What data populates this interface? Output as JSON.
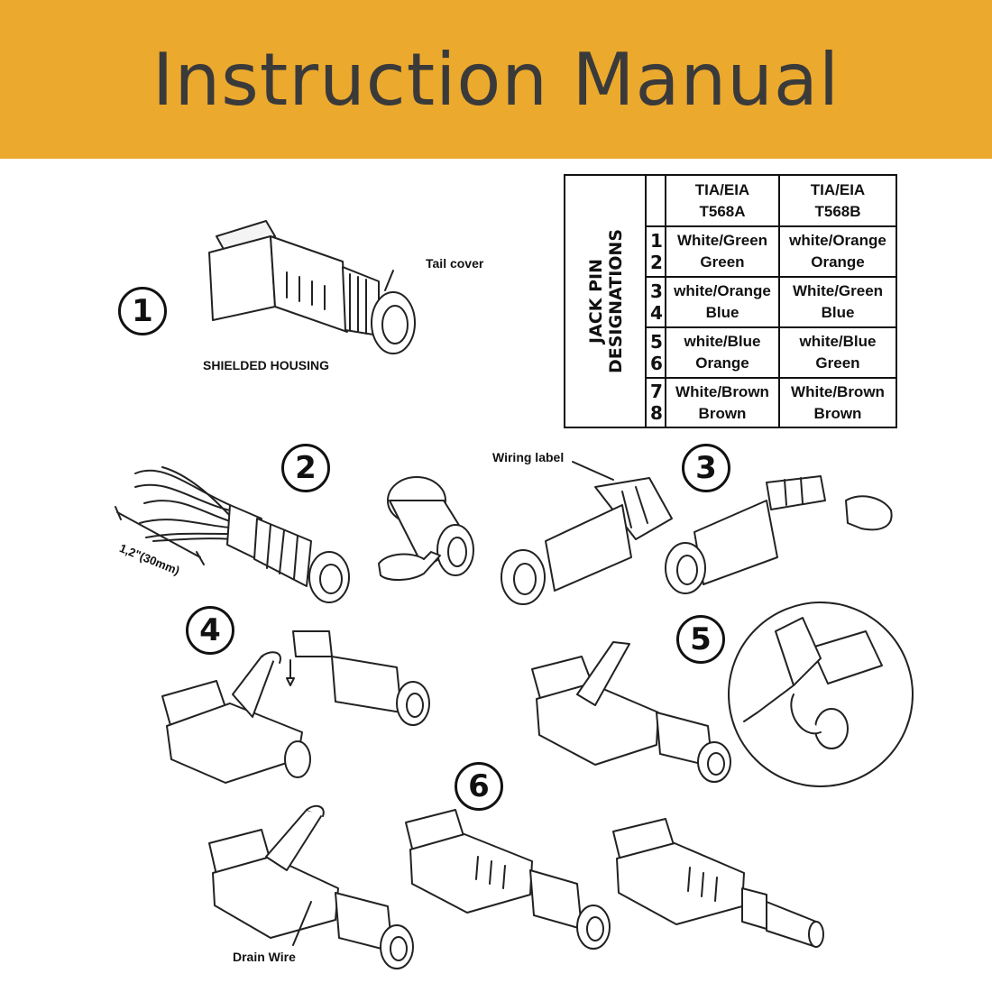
{
  "banner": {
    "title": "Instruction Manual",
    "color": "#EBA92D"
  },
  "steps": [
    "1",
    "2",
    "3",
    "4",
    "5",
    "6"
  ],
  "callouts": {
    "tail_cover": "Tail cover",
    "shielded_housing": "SHIELDED  HOUSING",
    "wiring_label": "Wiring label",
    "drain_wire": "Drain Wire",
    "strip_length": "1,2\"(30mm)"
  },
  "pin_table": {
    "side_label_line1": "JACK PIN",
    "side_label_line2": "DESIGNATIONS",
    "headers": [
      {
        "line1": "TIA/EIA",
        "line2": "T568A"
      },
      {
        "line1": "TIA/EIA",
        "line2": "T568B"
      }
    ],
    "rows": [
      {
        "pin_a": "1",
        "pin_b": "2",
        "t568a_1": "White/Green",
        "t568a_2": "Green",
        "t568b_1": "white/Orange",
        "t568b_2": "Orange"
      },
      {
        "pin_a": "3",
        "pin_b": "4",
        "t568a_1": "white/Orange",
        "t568a_2": "Blue",
        "t568b_1": "White/Green",
        "t568b_2": "Blue"
      },
      {
        "pin_a": "5",
        "pin_b": "6",
        "t568a_1": "white/Blue",
        "t568a_2": "Orange",
        "t568b_1": "white/Blue",
        "t568b_2": "Green"
      },
      {
        "pin_a": "7",
        "pin_b": "8",
        "t568a_1": "White/Brown",
        "t568a_2": "Brown",
        "t568b_1": "White/Brown",
        "t568b_2": "Brown"
      }
    ]
  }
}
